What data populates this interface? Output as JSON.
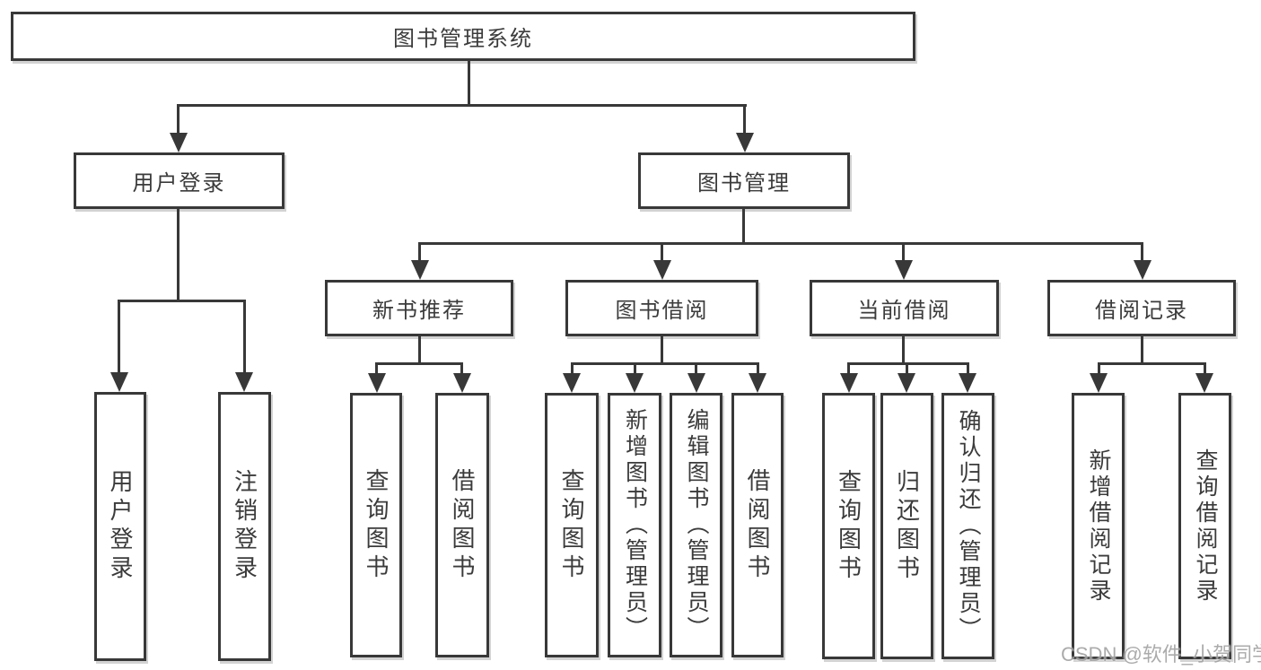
{
  "page": {
    "background": "#ffffff"
  },
  "colors": {
    "line": "#383838",
    "text": "#3b3b3b",
    "box_fill": "#ffffff",
    "watermark": "#a3a3a3"
  },
  "tree": {
    "label": "图书管理系统",
    "children": [
      {
        "label": "用户登录",
        "children": [
          {
            "label": "用户登录"
          },
          {
            "label": "注销登录"
          }
        ]
      },
      {
        "label": "图书管理",
        "children": [
          {
            "label": "新书推荐",
            "children": [
              {
                "label": "查询图书"
              },
              {
                "label": "借阅图书"
              }
            ]
          },
          {
            "label": "图书借阅",
            "children": [
              {
                "label": "查询图书"
              },
              {
                "label": "新增图书（管理员）"
              },
              {
                "label": "编辑图书（管理员）"
              },
              {
                "label": "借阅图书"
              }
            ]
          },
          {
            "label": "当前借阅",
            "children": [
              {
                "label": "查询图书"
              },
              {
                "label": "归还图书"
              },
              {
                "label": "确认归还（管理员）"
              }
            ]
          },
          {
            "label": "借阅记录",
            "children": [
              {
                "label": "新增借阅记录"
              },
              {
                "label": "查询借阅记录"
              }
            ]
          }
        ]
      }
    ]
  },
  "watermark": {
    "text": "CSDN @软件_小贺同学"
  }
}
